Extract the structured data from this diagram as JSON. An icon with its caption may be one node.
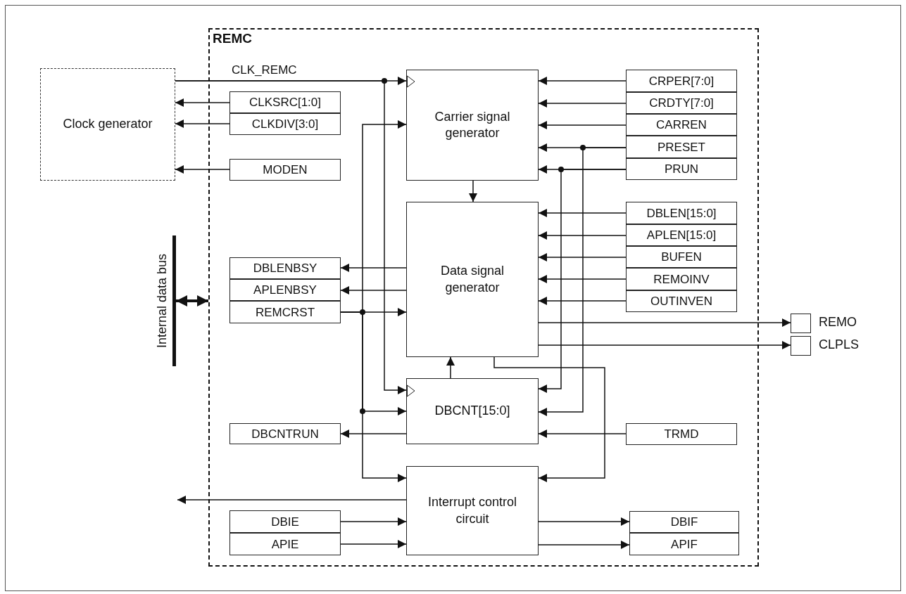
{
  "diagram": {
    "nodes": [
      {
        "text": [
          "REMC"
        ]
      },
      {
        "text": [
          "Clock generator"
        ]
      },
      {
        "text": [
          "CLKSRC[1:0]"
        ],
        "in": 0
      },
      {
        "text": [
          "CLKDIV[3:0]"
        ],
        "in": 0
      },
      {
        "text": [
          "MODEN"
        ],
        "in": 0
      },
      {
        "text": [
          "Carrier signal generator"
        ],
        "in": 0
      },
      {
        "text": [
          "CRPER[7:0]"
        ],
        "in": 0
      },
      {
        "text": [
          "CRDTY[7:0]"
        ],
        "in": 0
      },
      {
        "text": [
          "CARREN"
        ],
        "in": 0
      },
      {
        "text": [
          "PRESET"
        ],
        "in": 0
      },
      {
        "text": [
          "PRUN"
        ],
        "in": 0
      },
      {
        "text": [
          "Data signal generator"
        ],
        "in": 0
      },
      {
        "text": [
          "DBLEN[15:0]"
        ],
        "in": 0
      },
      {
        "text": [
          "APLEN[15:0]"
        ],
        "in": 0
      },
      {
        "text": [
          "BUFEN"
        ],
        "in": 0
      },
      {
        "text": [
          "REMOINV"
        ],
        "in": 0
      },
      {
        "text": [
          "OUTINVEN"
        ],
        "in": 0
      },
      {
        "text": [
          "DBLENBSY"
        ],
        "in": 0
      },
      {
        "text": [
          "APLENBSY"
        ],
        "in": 0
      },
      {
        "text": [
          "REMCRST"
        ],
        "in": 0
      },
      {
        "text": [
          "DBCNT[15:0]"
        ],
        "in": 0
      },
      {
        "text": [
          "DBCNTRUN"
        ],
        "in": 0
      },
      {
        "text": [
          "TRMD"
        ],
        "in": 0
      },
      {
        "text": [
          "Interrupt control circuit"
        ],
        "in": 0
      },
      {
        "text": [
          "DBIE"
        ],
        "in": 0
      },
      {
        "text": [
          "APIE"
        ],
        "in": 0
      },
      {
        "text": [
          "DBIF"
        ],
        "in": 0
      },
      {
        "text": [
          "APIF"
        ],
        "in": 0
      },
      {
        "text": [
          "REMO"
        ]
      },
      {
        "text": [
          "CLPLS"
        ]
      },
      {
        "text": [
          "Internal data bus"
        ]
      }
    ],
    "edges": [
      {
        "from": 1,
        "to": 5,
        "arrow": "to",
        "label": "CLK_REMC"
      },
      {
        "from": 1,
        "to": 20,
        "arrow": "to"
      },
      {
        "from": 2,
        "to": 1,
        "arrow": "to"
      },
      {
        "from": 3,
        "to": 1,
        "arrow": "to"
      },
      {
        "from": 4,
        "to": 1,
        "arrow": "to"
      },
      {
        "from": 6,
        "to": 5,
        "arrow": "to"
      },
      {
        "from": 7,
        "to": 5,
        "arrow": "to"
      },
      {
        "from": 8,
        "to": 5,
        "arrow": "to"
      },
      {
        "from": 9,
        "to": 5,
        "arrow": "to"
      },
      {
        "from": 10,
        "to": 5,
        "arrow": "to"
      },
      {
        "from": 9,
        "to": 20,
        "arrow": "to"
      },
      {
        "from": 10,
        "to": 20,
        "arrow": "to"
      },
      {
        "from": 5,
        "to": 11,
        "arrow": "to"
      },
      {
        "from": 12,
        "to": 11,
        "arrow": "to"
      },
      {
        "from": 13,
        "to": 11,
        "arrow": "to"
      },
      {
        "from": 14,
        "to": 11,
        "arrow": "to"
      },
      {
        "from": 15,
        "to": 11,
        "arrow": "to"
      },
      {
        "from": 16,
        "to": 11,
        "arrow": "to"
      },
      {
        "from": 11,
        "to": 17,
        "arrow": "to"
      },
      {
        "from": 11,
        "to": 18,
        "arrow": "to"
      },
      {
        "from": 19,
        "to": 5,
        "arrow": "to"
      },
      {
        "from": 19,
        "to": 11,
        "arrow": "to"
      },
      {
        "from": 19,
        "to": 20,
        "arrow": "to"
      },
      {
        "from": 19,
        "to": 23,
        "arrow": "to"
      },
      {
        "from": 20,
        "to": 11,
        "arrow": "to"
      },
      {
        "from": 20,
        "to": 21,
        "arrow": "to"
      },
      {
        "from": 22,
        "to": 20,
        "arrow": "to"
      },
      {
        "from": 11,
        "to": 23,
        "arrow": "to"
      },
      {
        "from": 23,
        "to": null,
        "arrow": "to"
      },
      {
        "from": 24,
        "to": 23,
        "arrow": "to"
      },
      {
        "from": 25,
        "to": 23,
        "arrow": "to"
      },
      {
        "from": 23,
        "to": 26,
        "arrow": "to"
      },
      {
        "from": 23,
        "to": 27,
        "arrow": "to"
      },
      {
        "from": 11,
        "to": 28,
        "arrow": "to"
      },
      {
        "from": 11,
        "to": 29,
        "arrow": "to"
      },
      {
        "from": 30,
        "to": 0,
        "arrow": "both",
        "style": "thick"
      }
    ]
  }
}
